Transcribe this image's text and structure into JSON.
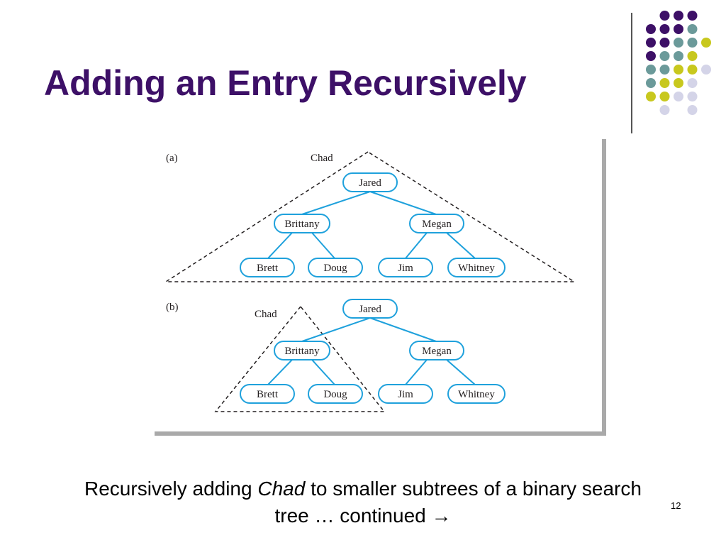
{
  "slide": {
    "title": "Adding an Entry Recursively",
    "page_number": "12"
  },
  "caption": {
    "before": "Recursively adding ",
    "emphasis": "Chad",
    "after": " to smaller subtrees of a binary search tree … continued →"
  },
  "figure": {
    "panel_a": {
      "label": "(a)",
      "entry_label": "Chad",
      "nodes": {
        "root": "Jared",
        "left": "Brittany",
        "right": "Megan",
        "left_left": "Brett",
        "left_right": "Doug",
        "right_left": "Jim",
        "right_right": "Whitney"
      }
    },
    "panel_b": {
      "label": "(b)",
      "entry_label": "Chad",
      "nodes": {
        "root": "Jared",
        "left": "Brittany",
        "right": "Megan",
        "left_left": "Brett",
        "left_right": "Doug",
        "right_left": "Jim",
        "right_right": "Whitney"
      }
    }
  },
  "colors": {
    "title": "#3d1067",
    "node_outline": "#1fa1dc",
    "edge": "#1fa1dc",
    "dot_purple": "#3d1067",
    "dot_teal": "#6b9a9a",
    "dot_yellow": "#c8c81e",
    "dot_lavender": "#d4d4e8"
  }
}
